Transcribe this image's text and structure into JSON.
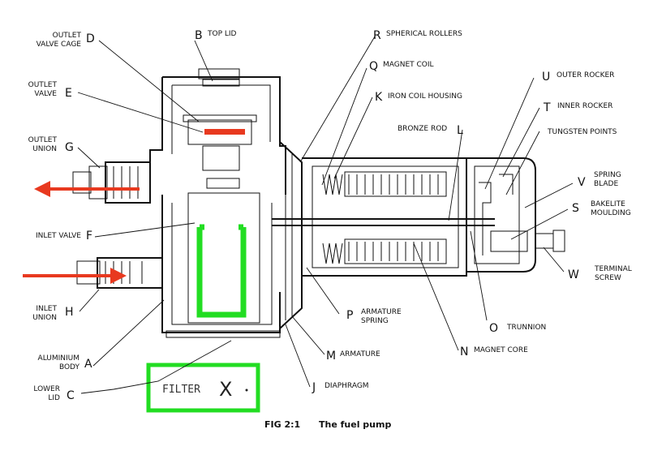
{
  "caption": {
    "fig": "FIG 2:1",
    "title": "The fuel pump"
  },
  "filter_box": {
    "word": "FILTER",
    "mark": "X"
  },
  "labels": {
    "outlet_valve_cage": {
      "line1": "OUTLET",
      "line2": "VALVE CAGE",
      "letter": "D"
    },
    "outlet_valve": {
      "line1": "OUTLET",
      "line2": "VALVE",
      "letter": "E"
    },
    "outlet_union": {
      "line1": "OUTLET",
      "line2": "UNION",
      "letter": "G"
    },
    "inlet_valve": {
      "text": "INLET VALVE",
      "letter": "F"
    },
    "inlet_union": {
      "line1": "INLET",
      "line2": "UNION",
      "letter": "H"
    },
    "aluminium_body": {
      "line1": "ALUMINIUM",
      "line2": "BODY",
      "letter": "A"
    },
    "lower_lid": {
      "line1": "LOWER",
      "line2": "LID",
      "letter": "C"
    },
    "top_lid": {
      "text": "TOP LID",
      "letter": "B"
    },
    "spherical_rollers": {
      "text": "SPHERICAL ROLLERS",
      "letter": "R"
    },
    "magnet_coil": {
      "text": "MAGNET COIL",
      "letter": "Q"
    },
    "iron_coil_housing": {
      "text": "IRON COIL HOUSING",
      "letter": "K"
    },
    "bronze_rod": {
      "text": "BRONZE ROD",
      "letter": "L"
    },
    "outer_rocker": {
      "text": "OUTER ROCKER",
      "letter": "U"
    },
    "inner_rocker": {
      "text": "INNER ROCKER",
      "letter": "T"
    },
    "tungsten_points": {
      "text": "TUNGSTEN POINTS",
      "letter": ""
    },
    "spring_blade": {
      "line1": "SPRING",
      "line2": "BLADE",
      "letter": "V"
    },
    "bakelite_moulding": {
      "line1": "BAKELITE",
      "line2": "MOULDING",
      "letter": "S"
    },
    "terminal_screw": {
      "line1": "TERMINAL",
      "line2": "SCREW",
      "letter": "W"
    },
    "armature_spring": {
      "line1": "ARMATURE",
      "line2": "SPRING",
      "letter": "P"
    },
    "armature": {
      "text": "ARMATURE",
      "letter": "M"
    },
    "magnet_core": {
      "text": "MAGNET CORE",
      "letter": "N"
    },
    "trunnion": {
      "text": "TRUNNION",
      "letter": "O"
    },
    "diaphragm": {
      "text": "DIAPHRAGM",
      "letter": "J"
    }
  },
  "colors": {
    "flow_arrow": "#e8391f",
    "filter_highlight": "#22dd22",
    "line": "#111111"
  }
}
